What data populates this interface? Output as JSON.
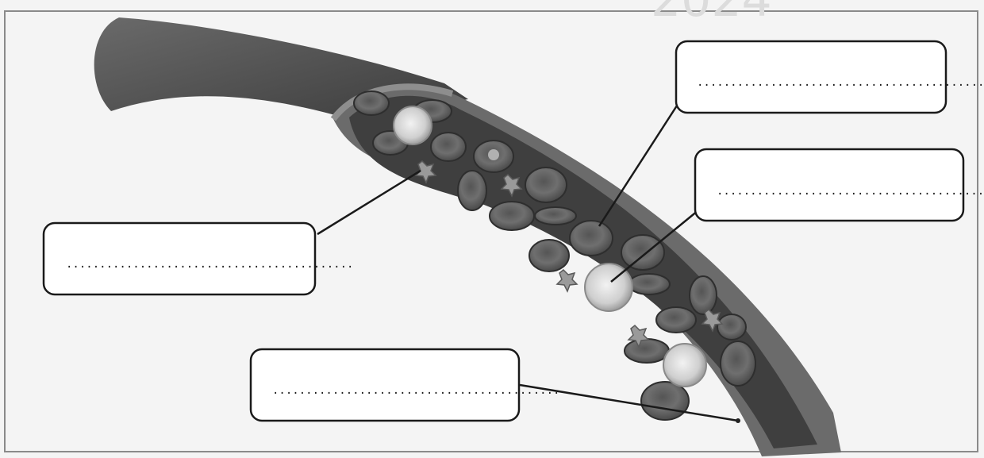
{
  "labels": [
    {
      "id": "label-red-blood-cell",
      "text": "..........................................."
    },
    {
      "id": "label-white-blood-cell",
      "text": "..........................................."
    },
    {
      "id": "label-platelet",
      "text": "..........................................."
    },
    {
      "id": "label-plasma",
      "text": "..........................................."
    }
  ],
  "colors": {
    "background": "#f4f4f4",
    "vessel_wall": "#5c5c5c",
    "vessel_inner": "#3e3e3e",
    "red_cell": "#6e6e6e",
    "white_cell": "#d6d6d6",
    "platelet": "#9a9a9a",
    "leader_line": "#1a1a1a",
    "label_border": "#1a1a1a"
  }
}
